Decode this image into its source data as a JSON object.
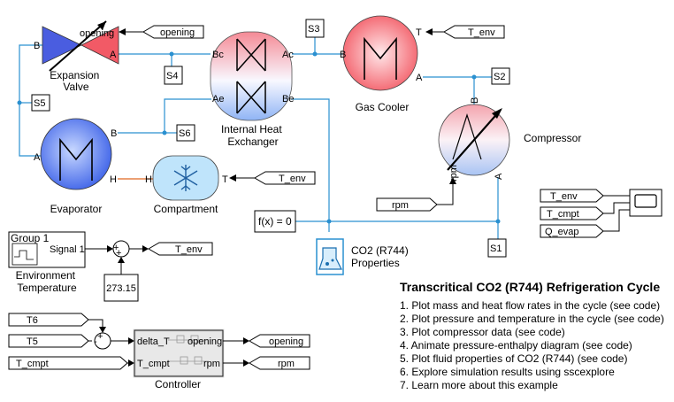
{
  "blocks": {
    "expansion_valve": "Expansion\nValve",
    "internal_hx": "Internal Heat\nExchanger",
    "gas_cooler": "Gas Cooler",
    "compressor": "Compressor",
    "evaporator": "Evaporator",
    "compartment": "Compartment",
    "env_temp": "Environment\nTemperature",
    "controller": "Controller",
    "co2_props": "CO2 (R744)\nProperties",
    "fx": "f(x) = 0",
    "constant": "273.15",
    "group": "Group 1",
    "signal": "Signal 1"
  },
  "ports": {
    "A": "A",
    "B": "B",
    "Ac": "Ac",
    "Bc": "Bc",
    "Ae": "Ae",
    "Be": "Be",
    "T": "T",
    "H": "H",
    "rpm": "rpm",
    "delta_T": "delta_T",
    "T_cmpt": "T_cmpt",
    "opening": "opening"
  },
  "sensors": {
    "S1": "S1",
    "S2": "S2",
    "S3": "S3",
    "S4": "S4",
    "S5": "S5",
    "S6": "S6"
  },
  "goto_tags": {
    "opening_in": "opening",
    "t_env_gc": "T_env",
    "t_env_cmpt": "T_env",
    "rpm_in": "rpm",
    "t_env_scope": "T_env",
    "t_cmpt_scope": "T_cmpt",
    "q_evap_scope": "Q_evap",
    "t_env_out": "T_env",
    "t6": "T6",
    "t5": "T5",
    "t_cmpt_ctrl": "T_cmpt",
    "opening_out": "opening",
    "rpm_out": "rpm"
  },
  "sum_signs": {
    "plus": "+",
    "minus": "-"
  },
  "notes": {
    "title": "Transcritical CO2 (R744) Refrigeration Cycle",
    "items": [
      "1. Plot mass and heat flow rates in the cycle (see code)",
      "2. Plot pressure and temperature in the cycle (see code)",
      "3. Plot compressor data (see code)",
      "4. Animate pressure-enthalpy diagram (see code)",
      "5. Plot fluid properties of CO2 (R744) (see code)",
      "6. Explore simulation results using sscexplore",
      "7. Learn more about this example"
    ]
  },
  "colors": {
    "pipe": "#2a90d0",
    "heat": "#e06820",
    "hot": "#f06a78",
    "cold": "#7aa6f0",
    "evaporator": "#5a7ff0",
    "compartment": "#bfe4fb"
  }
}
